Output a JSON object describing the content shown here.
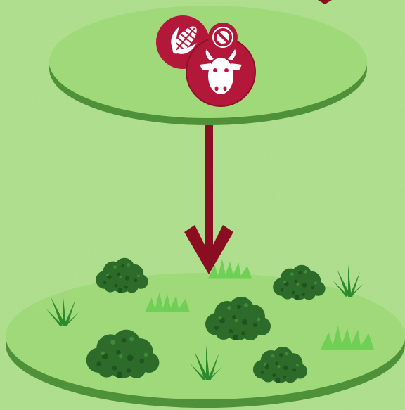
{
  "colors": {
    "background": "#a9dc86",
    "platform_top": "#9fd97a",
    "platform_edge": "#5fa944",
    "platform_shadow": "#4f9138",
    "arrow": "#8b0d22",
    "icon_badge": "#b3183a",
    "icon_badge_dark": "#8e1029",
    "icon_glyph": "#ffffff",
    "shrub": "#2d6b2a",
    "shrub_dark": "#1f5320",
    "grass_dark": "#2e8a2f",
    "grass_light": "#5cc23f",
    "grass_pale": "#6fd055"
  },
  "icons": {
    "corn": "corn-icon",
    "prohibited": "prohibited-icon",
    "cow": "cow-icon"
  },
  "scene": {
    "upper_platform": "upper-platform",
    "lower_platform": "lower-platform",
    "arrow": "down-arrow"
  }
}
